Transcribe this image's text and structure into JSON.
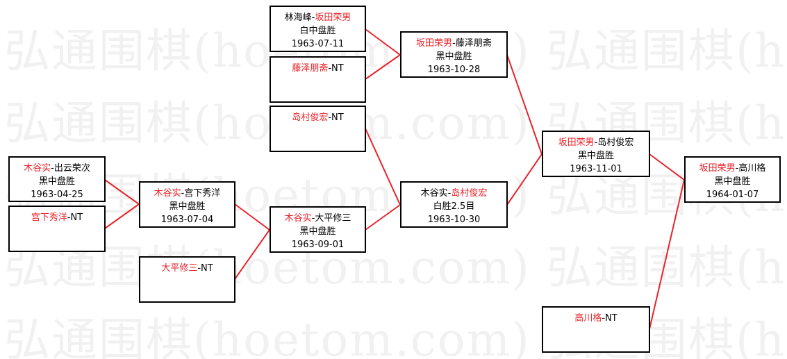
{
  "colors": {
    "line": "#e8232a",
    "winner_name": "#e8232a",
    "box_border": "#000000",
    "watermark": "#f1f1f1"
  },
  "watermark": {
    "text": "弘通围棋(hoetom.com) 弘通围棋(hoetom"
  },
  "matches": {
    "m1": {
      "red": "木谷实",
      "black": "-出云荣次",
      "result": "黑中盘胜",
      "date": "1963-04-25"
    },
    "m2": {
      "red": "宫下秀洋",
      "black": "-NT"
    },
    "m3": {
      "red": "木谷实",
      "black": "-宫下秀洋",
      "result": "黑中盘胜",
      "date": "1963-07-04"
    },
    "m4": {
      "red": "大平修三",
      "black": "-NT"
    },
    "m5": {
      "red": "木谷实",
      "black": "-大平修三",
      "result": "黑中盘胜",
      "date": "1963-09-01"
    },
    "m6": {
      "black_pre": "林海峰-",
      "red": "坂田荣男",
      "result": "白中盘胜",
      "date": "1963-07-11"
    },
    "m7": {
      "red": "藤泽朋斋",
      "black": "-NT"
    },
    "m8": {
      "red": "岛村俊宏",
      "black": "-NT"
    },
    "m9": {
      "red": "坂田荣男",
      "black": "-藤泽朋斋",
      "result": "黑中盘胜",
      "date": "1963-10-28"
    },
    "m10": {
      "black_pre": "木谷实-",
      "red": "岛村俊宏",
      "result": "白胜2.5目",
      "date": "1963-10-30"
    },
    "m11": {
      "red": "坂田荣男",
      "black": "-岛村俊宏",
      "result": "黑中盘胜",
      "date": "1963-11-01"
    },
    "m12": {
      "red": "高川格",
      "black": "-NT"
    },
    "m13": {
      "red": "坂田荣男",
      "black": "-高川格",
      "result": "黑中盘胜",
      "date": "1964-01-07"
    }
  }
}
